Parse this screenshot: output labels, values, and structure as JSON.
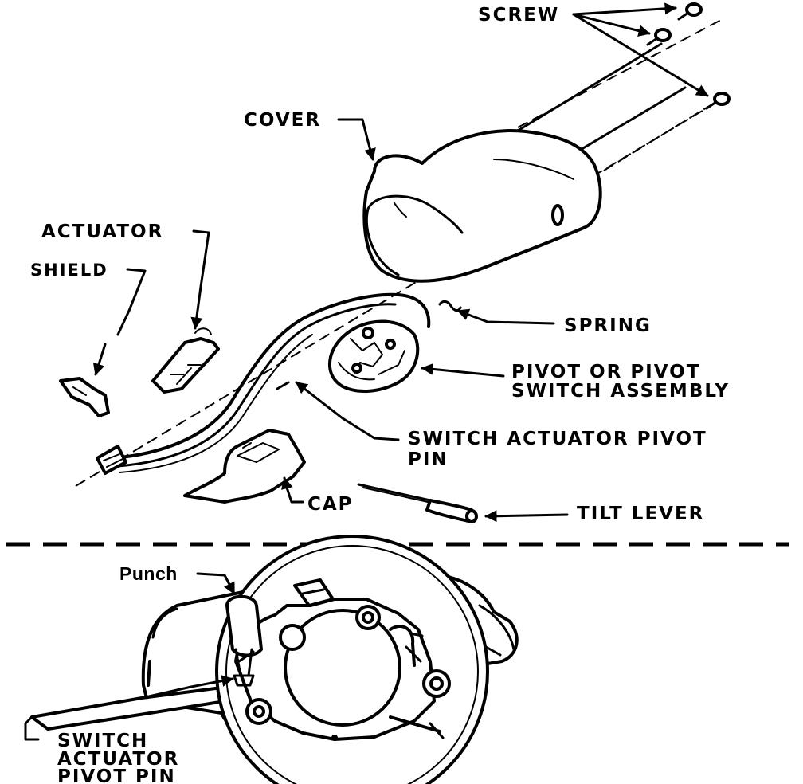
{
  "labels": {
    "screw": "SCREW",
    "cover": "COVER",
    "actuator": "ACTUATOR",
    "shield": "SHIELD",
    "spring": "SPRING",
    "pivot_line1": "PIVOT OR PIVOT",
    "pivot_line2": "SWITCH ASSEMBLY",
    "sap_top_line1": "SWITCH ACTUATOR PIVOT",
    "sap_top_line2": "PIN",
    "cap": "CAP",
    "tilt_lever": "TILT LEVER",
    "punch": "Punch",
    "sap_bottom_line1": "SWITCH",
    "sap_bottom_line2": "ACTUATOR",
    "sap_bottom_line3": "PIVOT PIN"
  }
}
